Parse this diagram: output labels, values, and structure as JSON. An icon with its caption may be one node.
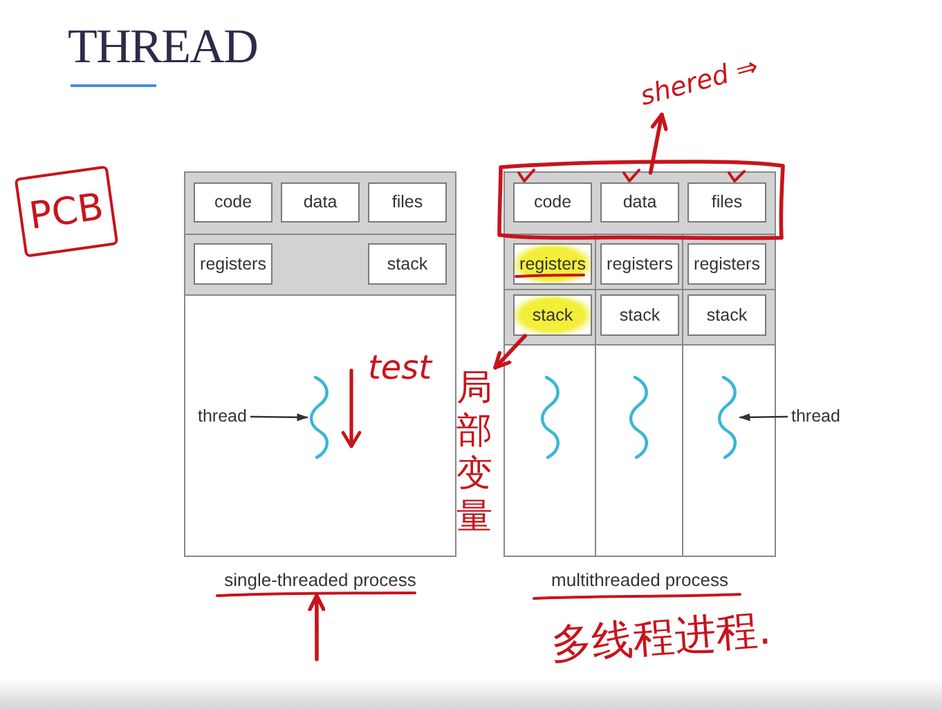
{
  "diagram": {
    "title": "THREAD",
    "nodes": [
      {
        "text": [
          "single-threaded process"
        ]
      },
      {
        "text": [],
        "shape": "band",
        "in": 0
      },
      {
        "text": [
          "code"
        ],
        "in": 1
      },
      {
        "text": [
          "data"
        ],
        "in": 1
      },
      {
        "text": [
          "files"
        ],
        "in": 1
      },
      {
        "text": [],
        "shape": "band",
        "in": 0
      },
      {
        "text": [
          "registers"
        ],
        "in": 5
      },
      {
        "text": [
          "stack"
        ],
        "in": 5
      },
      {
        "text": [
          "thread"
        ],
        "in": 0
      },
      {
        "text": [],
        "shape": "wave",
        "in": 0
      },
      {
        "text": [
          "multithreaded process"
        ]
      },
      {
        "text": [],
        "shape": "band",
        "in": 10
      },
      {
        "text": [
          "code"
        ],
        "in": 11
      },
      {
        "text": [
          "data"
        ],
        "in": 11
      },
      {
        "text": [
          "files"
        ],
        "in": 11
      },
      {
        "text": [],
        "shape": "column",
        "in": 10
      },
      {
        "text": [
          "registers"
        ],
        "in": 15
      },
      {
        "text": [
          "stack"
        ],
        "in": 15
      },
      {
        "text": [],
        "shape": "wave",
        "in": 15
      },
      {
        "text": [],
        "shape": "column",
        "in": 10
      },
      {
        "text": [
          "registers"
        ],
        "in": 19
      },
      {
        "text": [
          "stack"
        ],
        "in": 19
      },
      {
        "text": [],
        "shape": "wave",
        "in": 19
      },
      {
        "text": [],
        "shape": "column",
        "in": 10
      },
      {
        "text": [
          "registers"
        ],
        "in": 23
      },
      {
        "text": [
          "stack"
        ],
        "in": 23
      },
      {
        "text": [],
        "shape": "wave",
        "in": 23
      },
      {
        "text": [
          "thread"
        ]
      },
      {
        "text": [
          "PCB"
        ]
      },
      {
        "text": [
          "shered ⇒"
        ]
      },
      {
        "text": [
          "局部变量"
        ]
      }
    ],
    "edges": [
      {
        "from": 8,
        "to": 9,
        "arrow": "to",
        "color": "#333333"
      },
      {
        "from": 27,
        "to": 26,
        "arrow": "to",
        "color": "#333333"
      },
      {
        "from": 11,
        "to": 29,
        "arrow": "to"
      },
      {
        "from": 17,
        "to": 30,
        "arrow": "to"
      },
      {
        "from": null,
        "to": 0,
        "arrow": "to"
      }
    ],
    "labels": [
      "test",
      "多线程进程."
    ]
  }
}
